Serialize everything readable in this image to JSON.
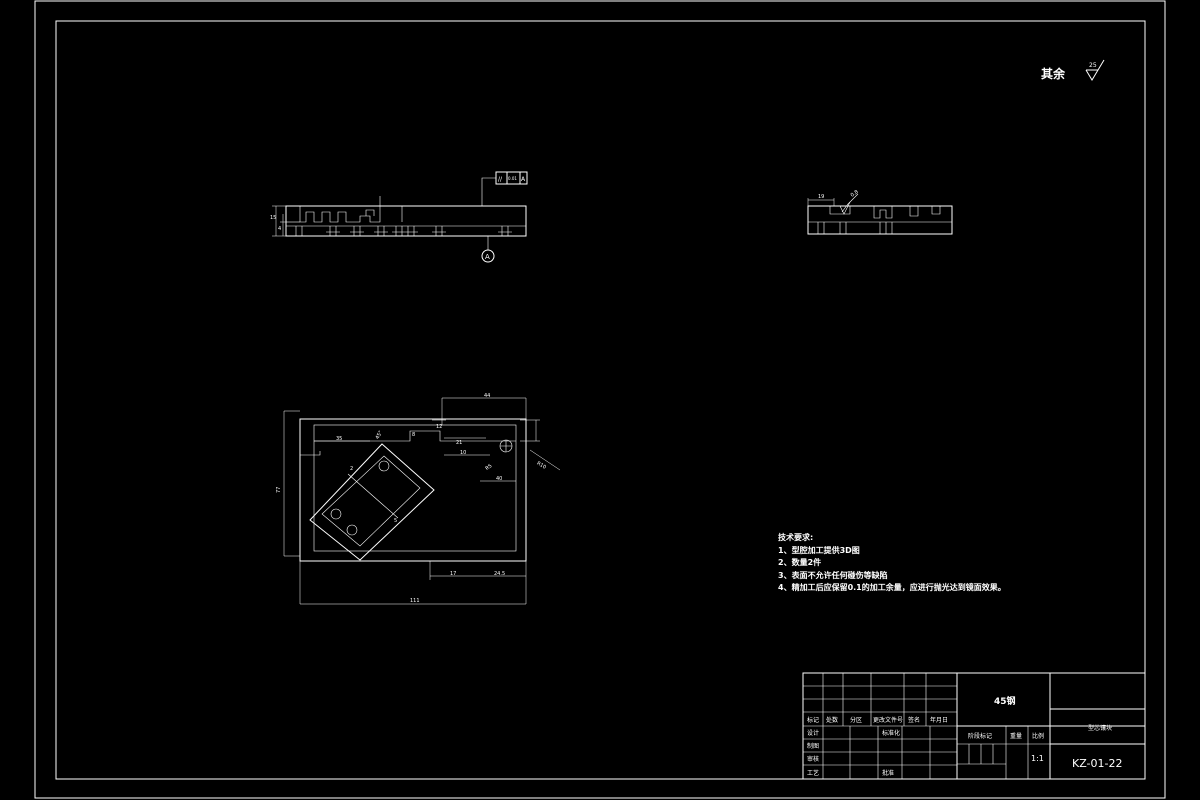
{
  "surface_finish": {
    "label": "其余",
    "value": "25"
  },
  "tech_requirements": {
    "title": "技术要求:",
    "items": [
      "1、型腔加工提供3D图",
      "2、数量2件",
      "3、表面不允许任何碰伤等缺陷",
      "4、精加工后应保留0.1的加工余量，应进行抛光达到镜面效果。"
    ]
  },
  "datum": {
    "label": "A"
  },
  "tolerance_frame": {
    "symbol": "//",
    "value": "0.01",
    "datum": "A"
  },
  "front_view_dims": {
    "height_a": "15",
    "height_b": "4"
  },
  "right_view_dims": {
    "width": "19",
    "roughness": "0.8"
  },
  "plan_view_dims": {
    "overall_width": "111",
    "overall_height": "77",
    "top_right": "44",
    "left_top": "35",
    "top_small": "12",
    "slot_small": "8",
    "mid_a": "10",
    "mid_b": "21",
    "right_mid": "40",
    "bottom_mid": "17",
    "bottom_right": "24.5",
    "angle": "45°",
    "r_a": "R5",
    "r_b": "R10",
    "diag_small": "2",
    "diag_c": "5"
  },
  "title_block": {
    "material": "45钢",
    "part_name": "型芯镶块",
    "drawing_no": "KZ-01-22",
    "scale_label": "比例",
    "scale": "1:1",
    "stage_label": "阶段标记",
    "weight_label": "重量",
    "row_labels": [
      "标记",
      "处数",
      "分区",
      "更改文件号",
      "签名",
      "年月日"
    ],
    "design": "设计",
    "standardize": "标准化",
    "check": "审核",
    "process": "工艺",
    "approve": "批准",
    "draw": "制图"
  }
}
